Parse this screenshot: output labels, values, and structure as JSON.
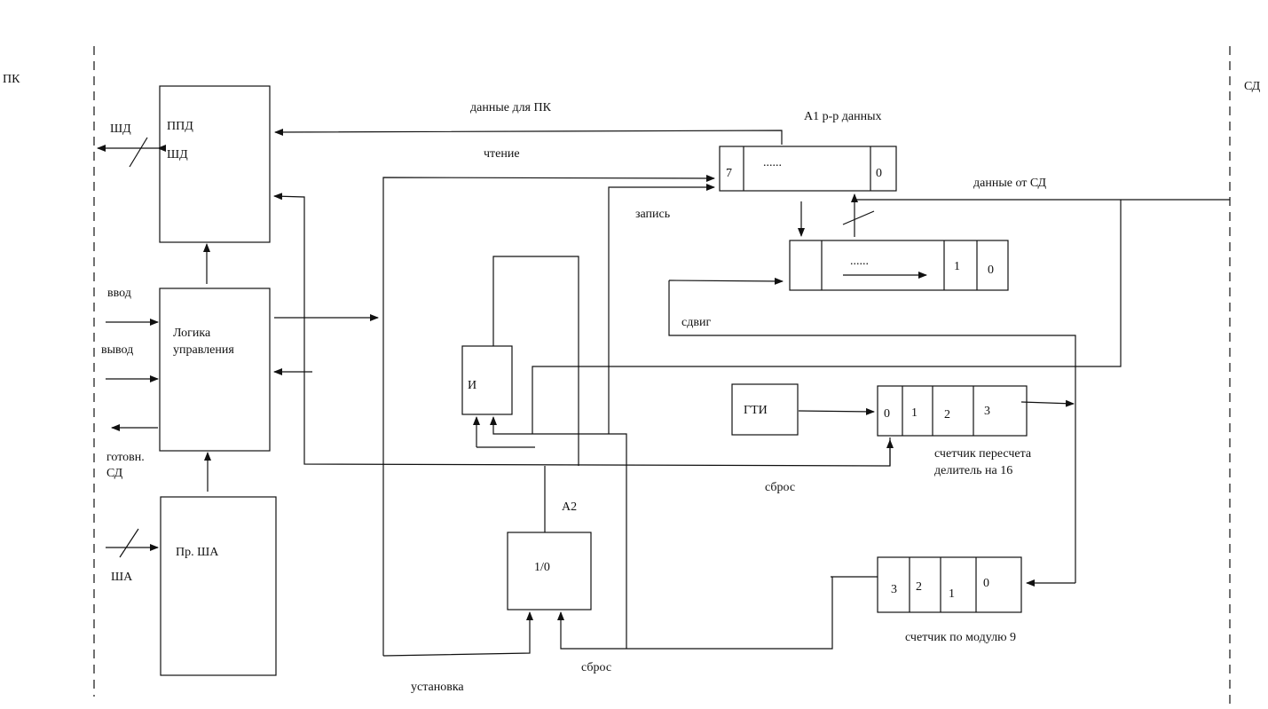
{
  "sides": {
    "left": "ПК",
    "right": "СД"
  },
  "blocks": {
    "ppd": {
      "title": "ППД",
      "sub": "ШД"
    },
    "logic": {
      "line1": "Логика",
      "line2": "управления"
    },
    "pr_sha": {
      "title": "Пр. ША"
    },
    "and_gate": {
      "title": "И"
    },
    "trigger": {
      "title": "1/0",
      "name": "А2"
    },
    "gti": {
      "title": "ГТИ"
    }
  },
  "reg_a1": {
    "title": "А1 р-р данных",
    "left": "7",
    "mid": "......",
    "right": "0"
  },
  "shift_reg": {
    "mid": "......",
    "c1": "1",
    "c0": "0"
  },
  "counter16": {
    "cells": [
      "0",
      "1",
      "2",
      "3"
    ],
    "line1": "счетчик пересчета",
    "line2": "делитель на 16"
  },
  "counter9": {
    "cells": [
      "3",
      "2",
      "1",
      "0"
    ],
    "label": "счетчик по модулю 9"
  },
  "signals": {
    "shd": "ШД",
    "vvod": "ввод",
    "vyvod": "вывод",
    "gotov1": "готовн.",
    "gotov2": "СД",
    "sha": "ША",
    "data_pc": "данные для ПК",
    "read": "чтение",
    "write": "запись",
    "data_sd": "данные от СД",
    "shift": "сдвиг",
    "reset1": "сброс",
    "reset2": "сброс",
    "set": "установка"
  }
}
